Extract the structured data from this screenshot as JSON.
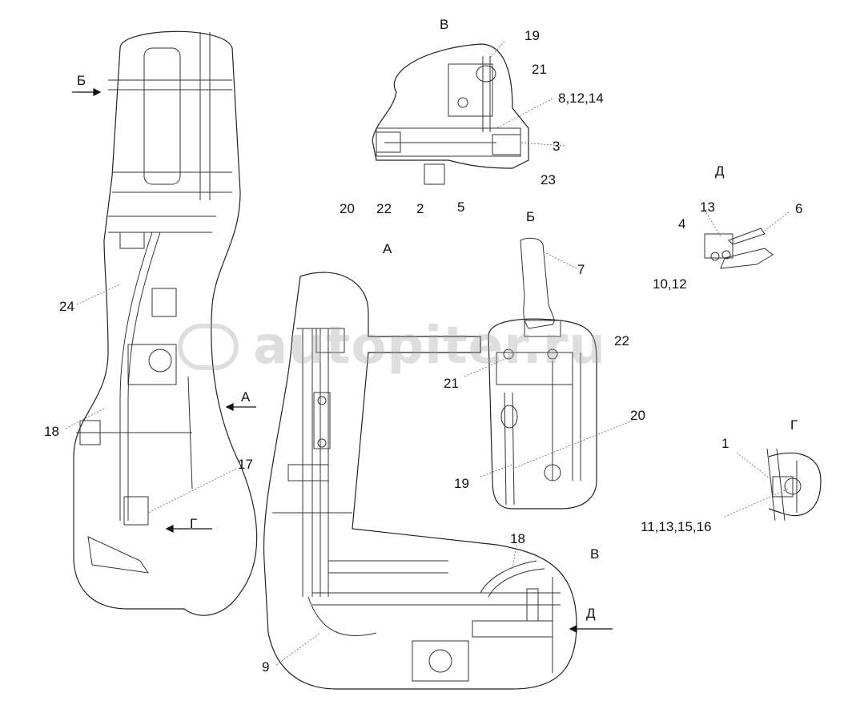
{
  "watermark": {
    "text": "autopiter.ru"
  },
  "views": {
    "B_cyr": "Б",
    "V": "В",
    "D": "Д",
    "A": "А",
    "G": "Г"
  },
  "labels": {
    "l19a": "19",
    "l21a": "21",
    "l81214": "8,12,14",
    "l3": "3",
    "l23": "23",
    "l20a": "20",
    "l22a": "22",
    "l2": "2",
    "l5": "5",
    "l13a": "13",
    "l4": "4",
    "l6": "6",
    "l1012": "10,12",
    "l7": "7",
    "l22b": "22",
    "l21b": "21",
    "l20b": "20",
    "l19b": "19",
    "l24": "24",
    "l18a": "18",
    "l17": "17",
    "l1": "1",
    "l11131516": "11,13,15,16",
    "l18b": "18",
    "l9": "9"
  },
  "arrows": {
    "B": "Б",
    "A": "А",
    "G": "Г",
    "D": "Д"
  }
}
